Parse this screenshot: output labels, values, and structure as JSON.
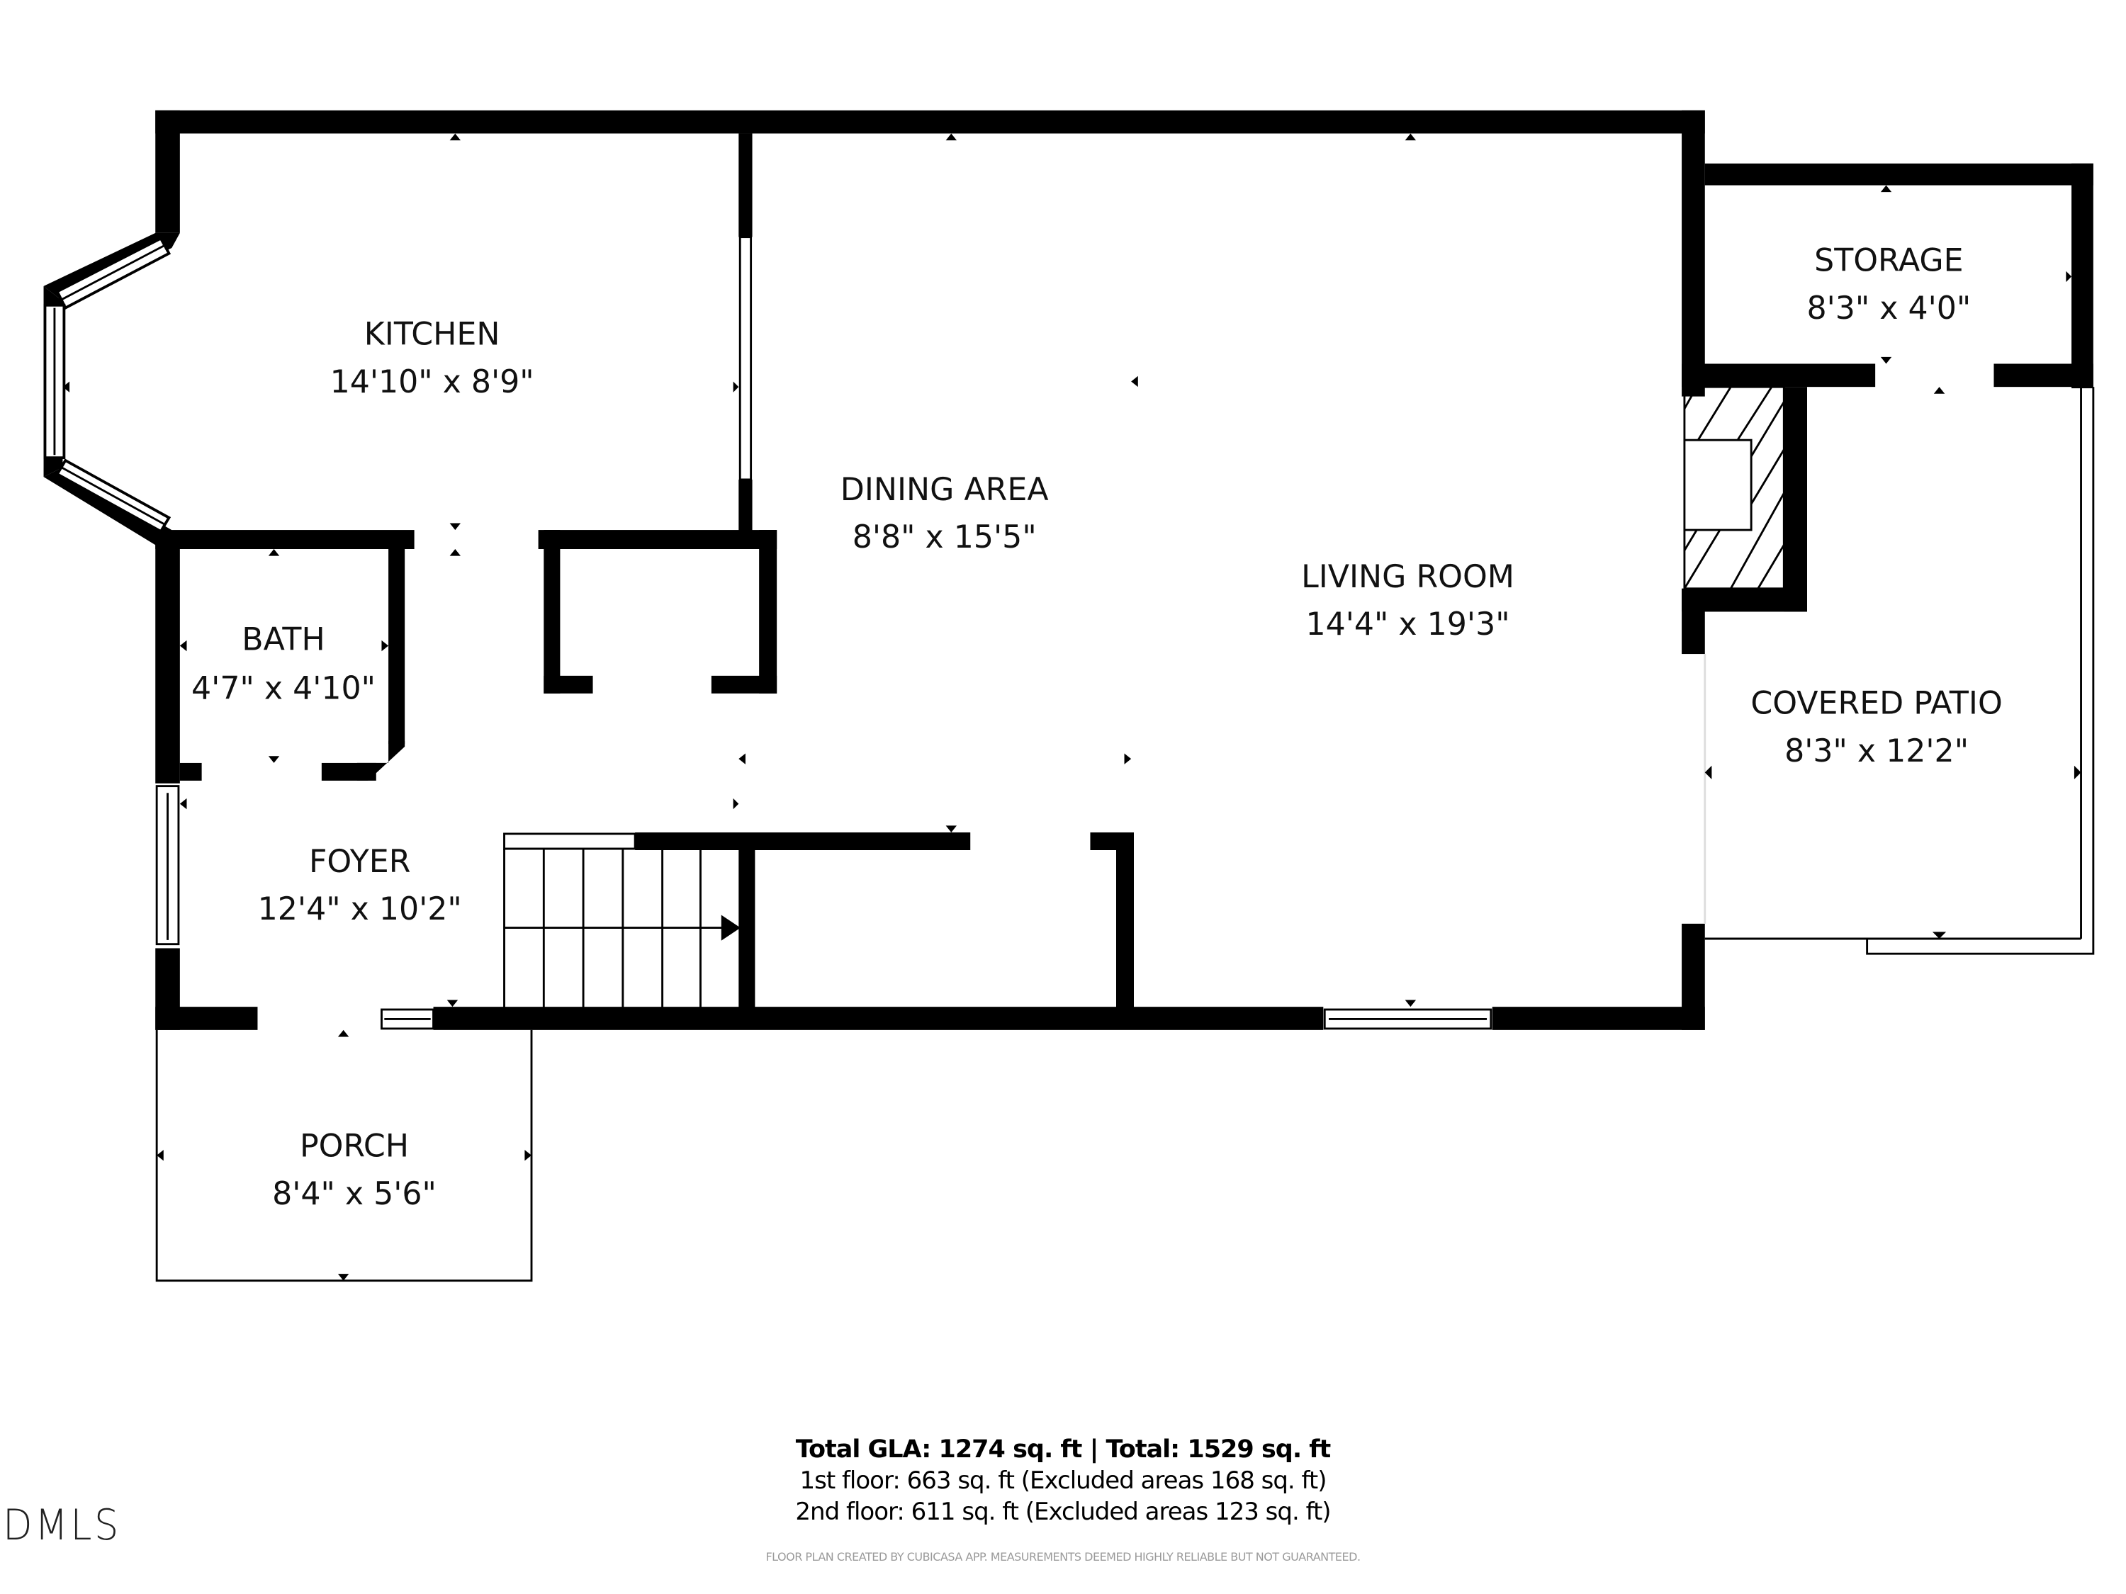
{
  "floorplan": {
    "rooms": [
      {
        "name": "KITCHEN",
        "dims": "14'10\" x 8'9\""
      },
      {
        "name": "DINING AREA",
        "dims": "8'8\" x 15'5\""
      },
      {
        "name": "LIVING ROOM",
        "dims": "14'4\" x 19'3\""
      },
      {
        "name": "STORAGE",
        "dims": "8'3\" x 4'0\""
      },
      {
        "name": "BATH",
        "dims": "4'7\" x 4'10\""
      },
      {
        "name": "COVERED PATIO",
        "dims": "8'3\" x 12'2\""
      },
      {
        "name": "FOYER",
        "dims": "12'4\" x 10'2\""
      },
      {
        "name": "PORCH",
        "dims": "8'4\" x 5'6\""
      }
    ],
    "colors": {
      "wall": "#000000",
      "background": "#ffffff",
      "disclaimer": "#9a9a9a"
    }
  },
  "summary": {
    "total_line": "Total GLA: 1274 sq. ft | Total: 1529 sq. ft",
    "first_floor": "1st floor: 663 sq. ft (Excluded areas 168 sq. ft)",
    "second_floor": "2nd floor: 611 sq. ft (Excluded areas 123 sq. ft)"
  },
  "disclaimer": "FLOOR PLAN CREATED BY CUBICASA APP. MEASUREMENTS DEEMED HIGHLY RELIABLE BUT NOT GUARANTEED.",
  "logo": "DMLS"
}
